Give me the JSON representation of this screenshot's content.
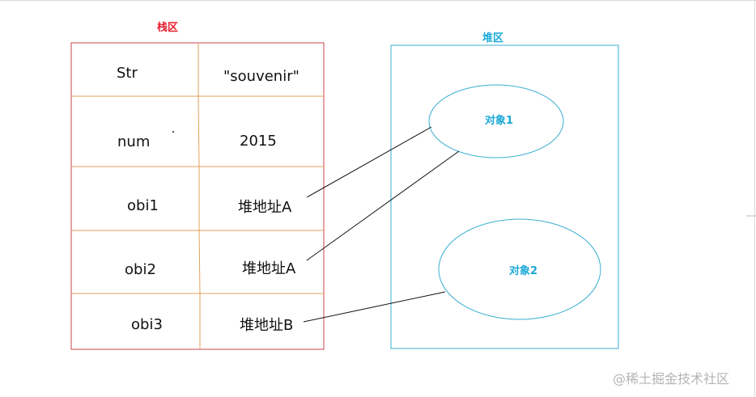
{
  "stack": {
    "title": "栈区",
    "rows": [
      {
        "name": "Str",
        "value": "\"souvenir\""
      },
      {
        "name": "num",
        "value": "2015"
      },
      {
        "name": "obi1",
        "value": "堆地址A"
      },
      {
        "name": "obi2",
        "value": "堆地址A"
      },
      {
        "name": "obi3",
        "value": "堆地址B"
      }
    ]
  },
  "heap": {
    "title": "堆区",
    "objects": [
      {
        "label": "对象1"
      },
      {
        "label": "对象2"
      }
    ]
  },
  "watermark": "@稀土掘金技术社区",
  "colors": {
    "stack_border": "#c8464b",
    "stack_divider": "#e2a05a",
    "stack_title": "#e81c2c",
    "heap_border": "#3aaed0",
    "heap_title": "#1aa8d6",
    "arrow": "#111111"
  }
}
